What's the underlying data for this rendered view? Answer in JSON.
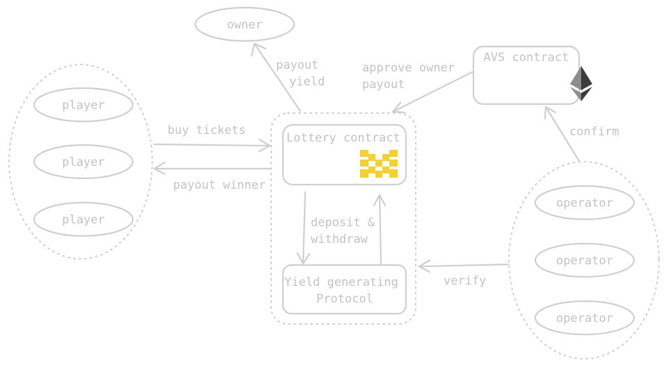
{
  "nodes": {
    "owner": "owner",
    "avs_contract": "AVS contract",
    "lottery_contract": "Lottery contract",
    "yield_protocol_line1": "Yield generating",
    "yield_protocol_line2": "Protocol",
    "players": [
      "player",
      "player",
      "player"
    ],
    "operators": [
      "operator",
      "operator",
      "operator"
    ]
  },
  "edges": {
    "payout_yield_line1": "payout",
    "payout_yield_line2": "yield",
    "approve_line1": "approve owner",
    "approve_line2": "payout",
    "buy_tickets": "buy tickets",
    "payout_winner": "payout winner",
    "confirm": "confirm",
    "deposit_line1": "deposit &",
    "deposit_line2": "withdraw",
    "verify": "verify"
  },
  "colors": {
    "stroke": "#cfcfcf",
    "text": "#c3c3c3",
    "lottery_logo": "#f5d130",
    "eth_dark": "#3c3c3b",
    "eth_light": "#8c8c8c"
  },
  "icons": {
    "lottery_logo": "yellow-m-logo-icon",
    "avs_logo": "ethereum-icon"
  }
}
